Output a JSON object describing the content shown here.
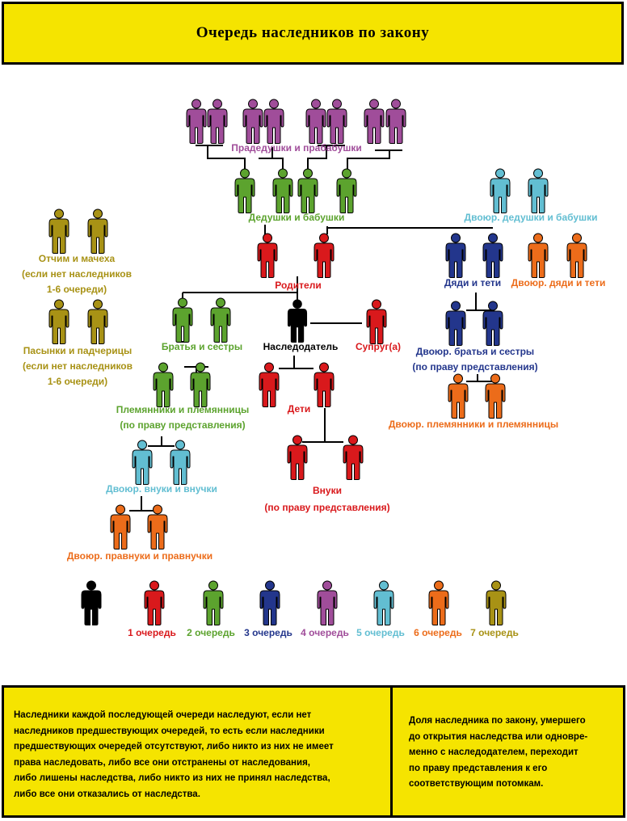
{
  "header": {
    "title": "Очередь наследников по закону"
  },
  "colors": {
    "q1": "#d9191c",
    "q2": "#5ca32e",
    "q3": "#23368c",
    "q4": "#a04d9a",
    "q5": "#62bed2",
    "q6": "#ec6c1a",
    "q7": "#a89215",
    "testator": "#000000",
    "header_bg": "#f5e400"
  },
  "labels": {
    "great_grandparents": "Прадедушки и прабабушки",
    "grandparents": "Дедушки и бабушки",
    "cousin_grandparents": "Двоюр. дедушки и бабушки",
    "parents": "Родители",
    "uncles_aunts": "Дяди и тети",
    "cousin_uncles_aunts": "Двоюр. дяди и тети",
    "siblings": "Братья и сестры",
    "testator": "Наследодатель",
    "spouse": "Супруг(а)",
    "cousins_l1": "Двоюр. братья и сестры",
    "cousins_l2": "(по праву представления)",
    "children": "Дети",
    "nephews_l1": "Племянники и племянницы",
    "nephews_l2": "(по праву представления)",
    "cousin_nephews": "Двоюр. племянники и племянницы",
    "grandchildren_l1": "Внуки",
    "grandchildren_l2": "(по праву представления)",
    "cousin_grandchildren": "Двоюр. внуки и внучки",
    "cousin_great_grandchildren": "Двоюр. правнуки и правнучки",
    "stepparents_l1": "Отчим и мачеха",
    "stepparents_l2": "(если нет наследников",
    "stepparents_l3": "1-6 очереди)",
    "stepchildren_l1": "Пасынки и падчерицы",
    "stepchildren_l2": "(если нет наследников",
    "stepchildren_l3": "1-6 очереди)"
  },
  "legend": {
    "items": [
      {
        "label": "1 очередь"
      },
      {
        "label": "2 очередь"
      },
      {
        "label": "3 очередь"
      },
      {
        "label": "4 очередь"
      },
      {
        "label": "5 очередь"
      },
      {
        "label": "6 очередь"
      },
      {
        "label": "7 очередь"
      }
    ]
  },
  "footer": {
    "left_lines": [
      "Наследники каждой последующей очереди наследуют, если нет",
      "наследников предшествующих очередей, то есть если наследники",
      "предшествующих очередей отсутствуют, либо никто из них не имеет",
      "права наследовать, либо все они отстранены от наследования,",
      "либо лишены наследства, либо никто из них не принял наследства,",
      "либо все они отказались от наследства."
    ],
    "right_lines": [
      "Доля наследника по закону, умершего",
      "до открытия наследства или одновре-",
      "менно с наследодателем, переходит",
      "по праву представления к его",
      "соответствующим потомкам."
    ]
  }
}
